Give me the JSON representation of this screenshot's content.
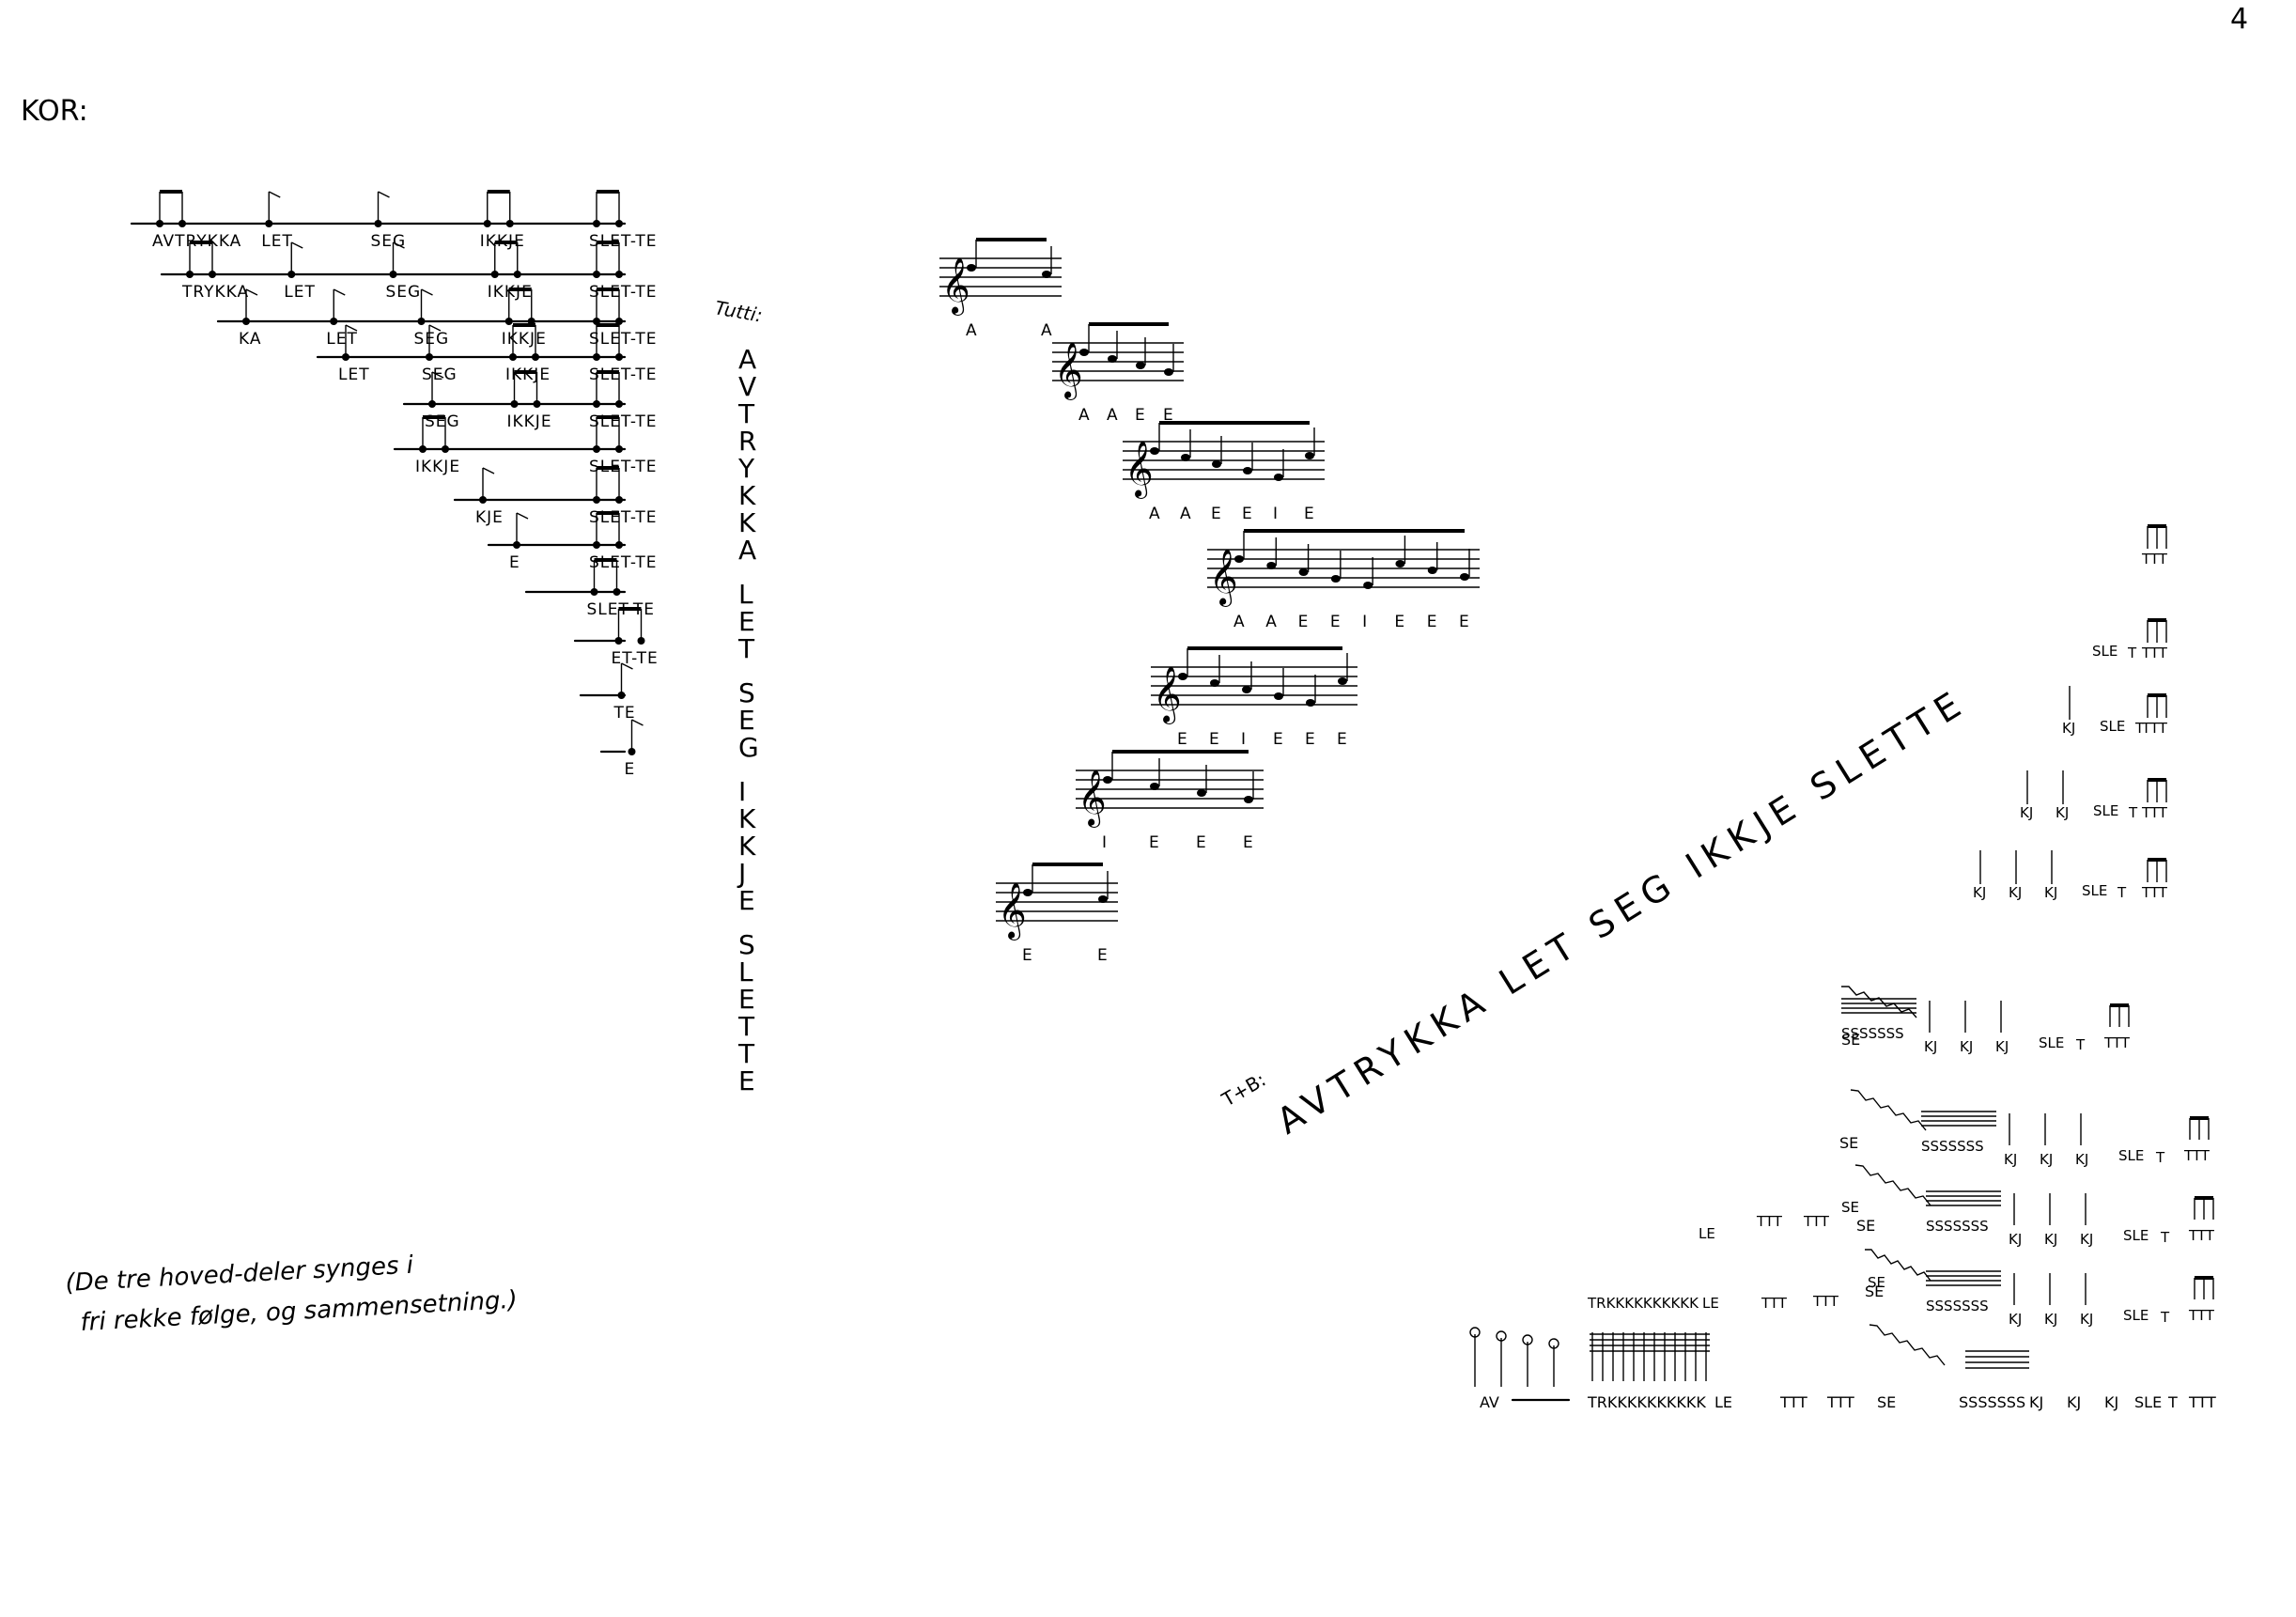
{
  "page": {
    "number": "4",
    "kor_heading": "KOR:",
    "tutti_label": "Tutti:",
    "tb_label": "T+B:",
    "footnote_line1": "(De tre hoved-deler synges i",
    "footnote_line2": "fri rekke følge, og sammensetning.)"
  },
  "kor_rows": [
    [
      "AVTRYKKA",
      "LET",
      "SEG",
      "IKKJE",
      "SLET-TE"
    ],
    [
      "TRYKKA",
      "LET",
      "SEG",
      "IKKJE",
      "SLET-TE"
    ],
    [
      "KA",
      "LET",
      "SEG",
      "IKKJE",
      "SLET-TE"
    ],
    [
      "LET",
      "SEG",
      "IKKJE",
      "SLET-TE"
    ],
    [
      "SEG",
      "IKKJE",
      "SLET-TE"
    ],
    [
      "IKKJE",
      "SLET-TE"
    ],
    [
      "KJE",
      "SLET-TE"
    ],
    [
      "E",
      "SLET-TE"
    ],
    [
      "SLET-TE"
    ],
    [
      "ET-TE"
    ],
    [
      "TE"
    ],
    [
      "E"
    ]
  ],
  "tutti_letters": [
    "A",
    "V",
    "T",
    "R",
    "Y",
    "K",
    "K",
    "A",
    "",
    "L",
    "E",
    "T",
    "",
    "S",
    "E",
    "G",
    "",
    "I",
    "K",
    "K",
    "J",
    "E",
    "",
    "S",
    "L",
    "E",
    "T",
    "T",
    "E"
  ],
  "vowel_staves": [
    [
      "A",
      "A"
    ],
    [
      "A",
      "A",
      "E",
      "E"
    ],
    [
      "A",
      "A",
      "E",
      "E",
      "I",
      "E"
    ],
    [
      "A",
      "A",
      "E",
      "E",
      "I",
      "E",
      "E",
      "E"
    ],
    [
      "E",
      "E",
      "I",
      "E",
      "E",
      "E"
    ],
    [
      "I",
      "E",
      "E",
      "E"
    ],
    [
      "E",
      "E"
    ]
  ],
  "tb_text": "AVTRYKKA LET SEG IKKJE SLETTE",
  "tb_bottom_syllables": [
    "AV",
    "TRKKKKKKKKKK",
    "LE",
    "TTT",
    "TTT",
    "SE",
    "SSSSSSS",
    "KJ",
    "KJ",
    "KJ",
    "SLE",
    "T",
    "TTT"
  ],
  "tb_row_labels": [
    {
      "left": "SE",
      "s": "SSSSSSS",
      "kj": [
        "KJ",
        "KJ",
        "KJ"
      ],
      "sle": "SLE",
      "t": "T",
      "ttt": "TTT"
    },
    {
      "left": "SE",
      "s": "SSSSSSS",
      "kj": [
        "KJ",
        "KJ",
        "KJ"
      ],
      "sle": "SLE",
      "t": "T",
      "ttt": "TTT"
    },
    {
      "left": "SE",
      "s": "SSSSSSS",
      "kj": [
        "KJ",
        "KJ",
        "KJ"
      ],
      "sle": "SLE",
      "t": "T",
      "ttt": "TTT"
    },
    {
      "left": "SE",
      "s": "SSSSSSS",
      "kj": [
        "KJ",
        "KJ",
        "KJ"
      ],
      "sle": "SLE",
      "t": "T",
      "ttt": "TTT"
    }
  ],
  "tb_upper_labels": [
    {
      "kj": [
        "KJ",
        "KJ",
        "KJ"
      ],
      "sle": "SLE",
      "t": "T",
      "ttt": "TTT"
    },
    {
      "kj": [
        "KJ",
        "KJ"
      ],
      "sle": "SLE",
      "t": "T",
      "ttt": "TTT"
    },
    {
      "kj": [
        "KJ"
      ],
      "sle": "SLE",
      "t": "T",
      "ttt": "TTT"
    },
    {
      "kj": [],
      "sle": "SLE",
      "t": "T",
      "ttt": "TTT"
    },
    {
      "kj": [],
      "sle": "",
      "t": "",
      "ttt": "TTT"
    }
  ],
  "tb_mid_labels": [
    "LE",
    "TTT",
    "TTT",
    "SE",
    "TRKKKKKKKKKK",
    "LE",
    "TTT",
    "TTT",
    "SE"
  ]
}
